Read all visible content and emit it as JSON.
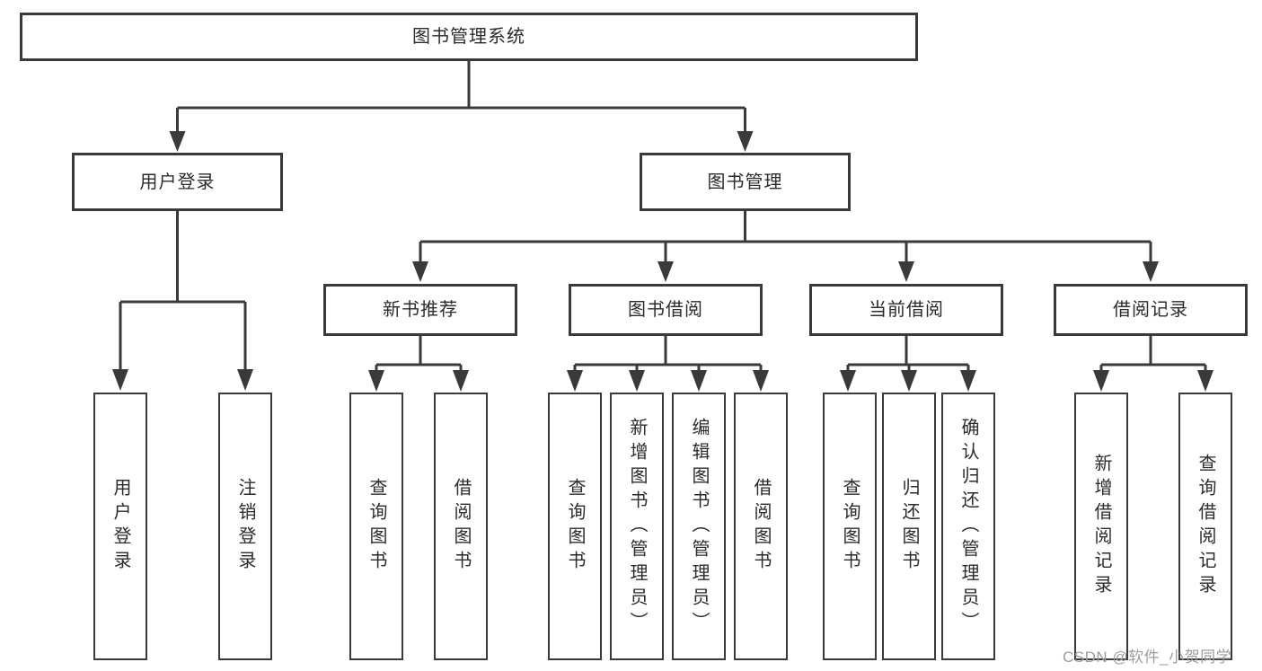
{
  "diagram": {
    "type": "tree",
    "title": "图书管理系统",
    "colors": {
      "line": "#3a3a3a",
      "box_border": "#3a3a3a",
      "text": "#2b2b2b",
      "background": "#ffffff",
      "watermark": "#9c9c9c"
    },
    "nodes": {
      "root": {
        "label": "图书管理系统"
      },
      "level2": [
        {
          "label": "用户登录"
        },
        {
          "label": "图书管理"
        }
      ],
      "level3": [
        {
          "label": "新书推荐"
        },
        {
          "label": "图书借阅"
        },
        {
          "label": "当前借阅"
        },
        {
          "label": "借阅记录"
        }
      ],
      "leaves": [
        {
          "label": "用户登录",
          "parent": "用户登录"
        },
        {
          "label": "注销登录",
          "parent": "用户登录"
        },
        {
          "label": "查询图书",
          "parent": "新书推荐"
        },
        {
          "label": "借阅图书",
          "parent": "新书推荐"
        },
        {
          "label": "查询图书",
          "parent": "图书借阅"
        },
        {
          "label": "新增图书（管理员）",
          "parent": "图书借阅"
        },
        {
          "label": "编辑图书（管理员）",
          "parent": "图书借阅"
        },
        {
          "label": "借阅图书",
          "parent": "图书借阅"
        },
        {
          "label": "查询图书",
          "parent": "当前借阅"
        },
        {
          "label": "归还图书",
          "parent": "当前借阅"
        },
        {
          "label": "确认归还（管理员）",
          "parent": "当前借阅"
        },
        {
          "label": "新增借阅记录",
          "parent": "借阅记录"
        },
        {
          "label": "查询借阅记录",
          "parent": "借阅记录"
        }
      ]
    },
    "watermark": "CSDN @软件_小贺同学"
  }
}
